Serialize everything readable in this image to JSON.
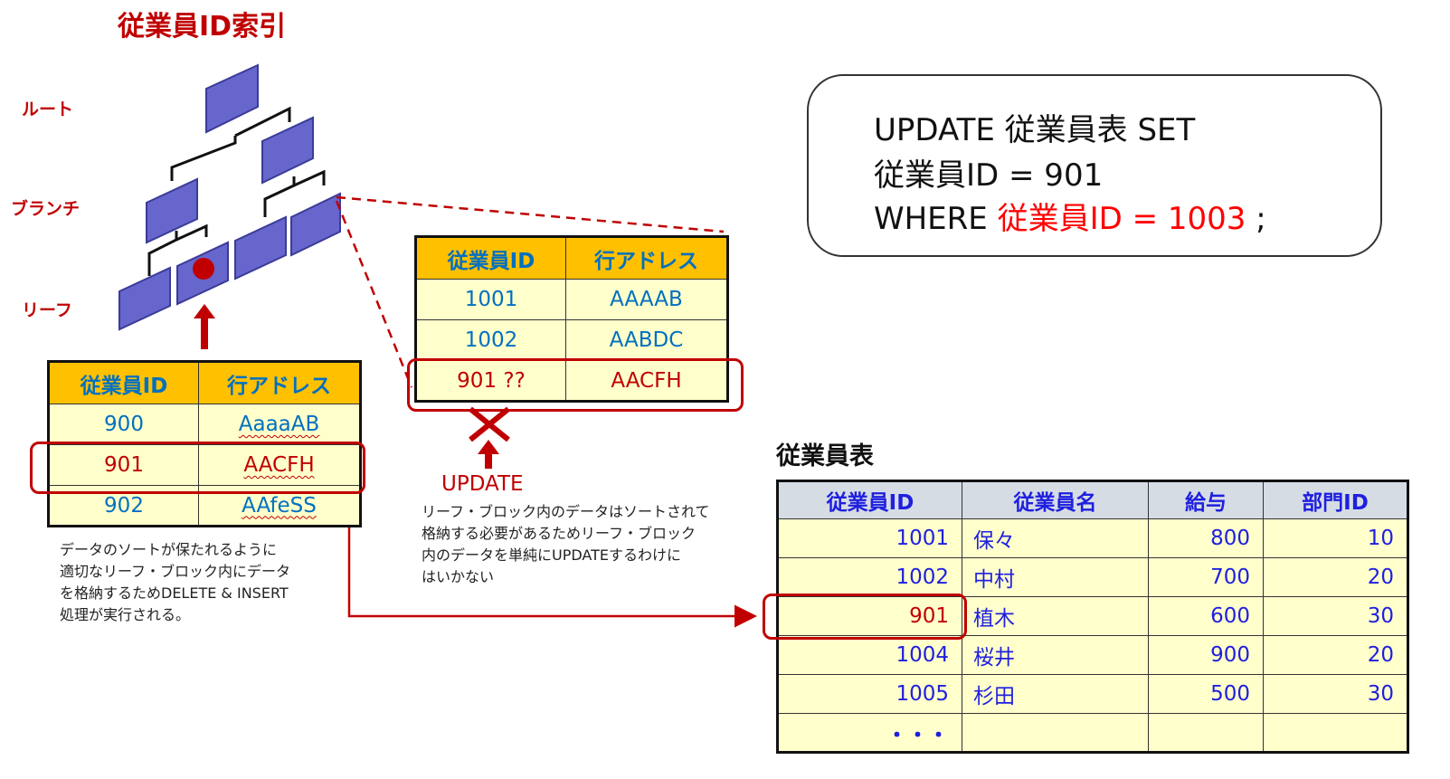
{
  "index_title": "従業員ID索引",
  "levels": {
    "root": "ルート",
    "branch": "ブランチ",
    "leaf": "リーフ"
  },
  "leaf_table": {
    "headers": [
      "従業員ID",
      "行アドレス"
    ],
    "rows": [
      [
        "900",
        "AaaaAB"
      ],
      [
        "901",
        "AACFH"
      ],
      [
        "902",
        "AAfeSS"
      ]
    ]
  },
  "leaf_note": [
    "データのソートが保たれるように",
    "適切なリーフ・ブロック内にデータ",
    "を格納するためDELETE & INSERT",
    "処理が実行される。"
  ],
  "branch_table": {
    "headers": [
      "従業員ID",
      "行アドレス"
    ],
    "rows": [
      [
        "1001",
        "AAAAB"
      ],
      [
        "1002",
        "AABDC"
      ],
      [
        "901 ??",
        "AACFH"
      ]
    ]
  },
  "update_label": "UPDATE",
  "update_note": [
    "リーフ・ブロック内のデータはソートされて",
    "格納する必要があるためリーフ・ブロック",
    "内のデータを単純にUPDATEするわけに",
    "はいかない"
  ],
  "sql": {
    "line1": "UPDATE 従業員表 SET",
    "line2": "従業員ID = 901",
    "line3_prefix": "WHERE ",
    "line3_cond": "従業員ID = 1003",
    "line3_suffix": " ;"
  },
  "emp_table": {
    "title": "従業員表",
    "headers": [
      "従業員ID",
      "従業員名",
      "給与",
      "部門ID"
    ],
    "rows": [
      [
        "1001",
        "保々",
        "800",
        "10"
      ],
      [
        "1002",
        "中村",
        "700",
        "20"
      ],
      [
        "901",
        "植木",
        "600",
        "30"
      ],
      [
        "1004",
        "桜井",
        "900",
        "20"
      ],
      [
        "1005",
        "杉田",
        "500",
        "30"
      ],
      [
        "・・・",
        "",
        "",
        ""
      ]
    ]
  },
  "colors": {
    "accent_red": "#c00000",
    "header_orange": "#ffc000",
    "cell_yellow": "#ffffcc",
    "block_blue": "#6666cc"
  }
}
